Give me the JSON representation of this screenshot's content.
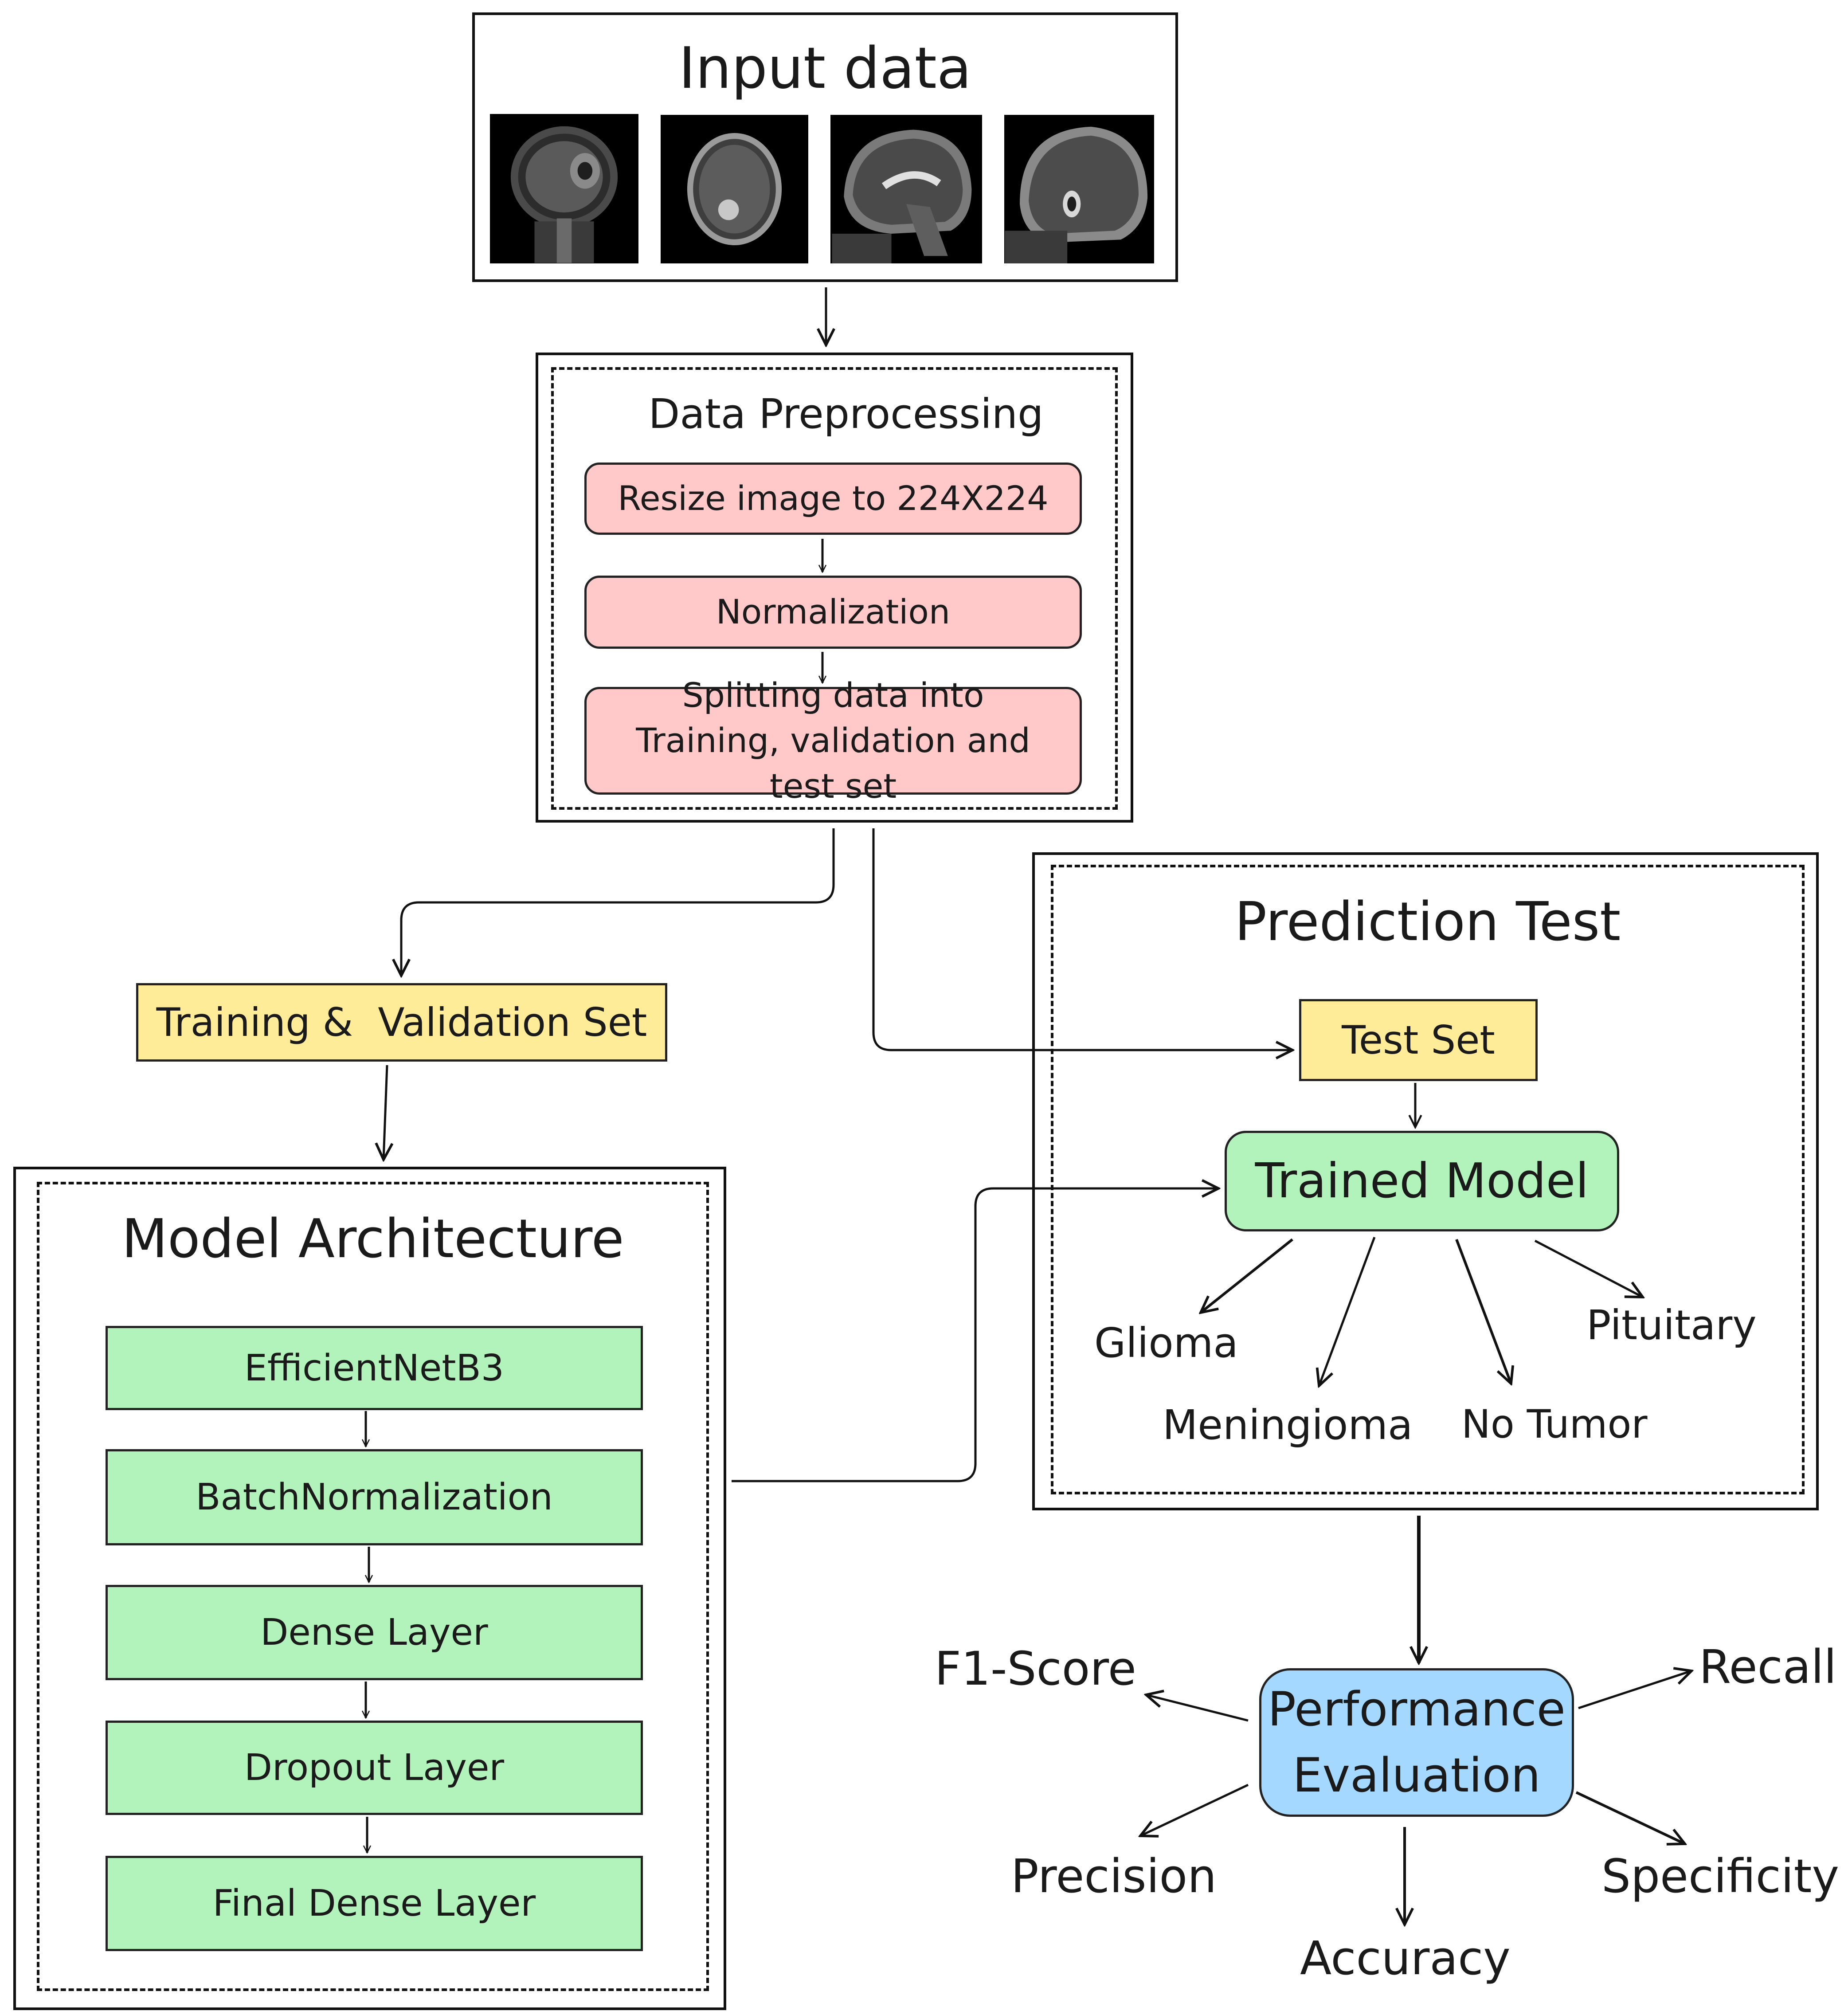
{
  "input_data": {
    "title": "Input data",
    "images": [
      {
        "name": "coronal-mri"
      },
      {
        "name": "axial-mri"
      },
      {
        "name": "sagittal-mri-1"
      },
      {
        "name": "sagittal-mri-2"
      }
    ]
  },
  "preprocessing": {
    "title": "Data Preprocessing",
    "steps": [
      "Resize image to 224X224",
      "Normalization",
      "Splitting data into Training, validation and test set"
    ]
  },
  "training_set": {
    "label": "Training &  Validation Set"
  },
  "model_architecture": {
    "title": "Model Architecture",
    "layers": [
      "EfficientNetB3",
      "BatchNormalization",
      "Dense Layer",
      "Dropout Layer",
      "Final Dense Layer"
    ]
  },
  "prediction_test": {
    "title": "Prediction Test",
    "test_set": "Test Set",
    "trained_model": "Trained Model",
    "classes": [
      "Glioma",
      "Meningioma",
      "No Tumor",
      "Pituitary"
    ]
  },
  "performance": {
    "title_line1": "Performance",
    "title_line2": "Evaluation",
    "metrics": [
      "F1-Score",
      "Recall",
      "Precision",
      "Specificity",
      "Accuracy"
    ]
  },
  "colors": {
    "pink": "#ffc9c9",
    "yellow": "#ffec99",
    "green": "#b2f2bb",
    "blue": "#a5d8ff",
    "stroke": "#111111"
  }
}
